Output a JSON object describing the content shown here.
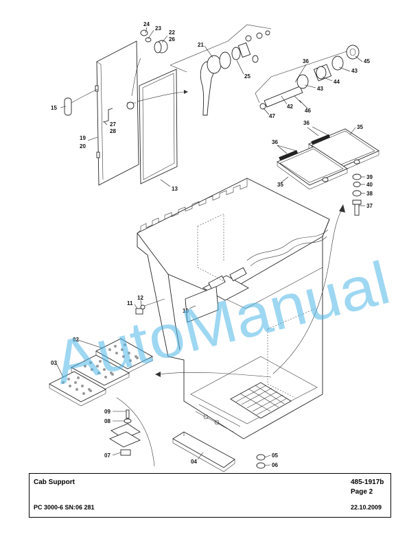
{
  "title_block": {
    "title": "Cab Support",
    "doc_number": "485-1917b",
    "page": "Page 2",
    "model": "PC 3000-6 SN:06 281",
    "date": "22.10.2009"
  },
  "watermark": {
    "text": "AutoManual",
    "color": "#4fb7e8"
  },
  "callouts": [
    {
      "id": "c24",
      "text": "24"
    },
    {
      "id": "c23",
      "text": "23"
    },
    {
      "id": "c22",
      "text": "22"
    },
    {
      "id": "c26",
      "text": "26"
    },
    {
      "id": "c21",
      "text": "21"
    },
    {
      "id": "c25",
      "text": "25"
    },
    {
      "id": "c36a",
      "text": "36"
    },
    {
      "id": "c45",
      "text": "45"
    },
    {
      "id": "c43a",
      "text": "43"
    },
    {
      "id": "c44",
      "text": "44"
    },
    {
      "id": "c43b",
      "text": "43"
    },
    {
      "id": "c42",
      "text": "42"
    },
    {
      "id": "c46",
      "text": "46"
    },
    {
      "id": "c47",
      "text": "47"
    },
    {
      "id": "c15",
      "text": "15"
    },
    {
      "id": "c27",
      "text": "27"
    },
    {
      "id": "c28",
      "text": "28"
    },
    {
      "id": "c19",
      "text": "19"
    },
    {
      "id": "c20",
      "text": "20"
    },
    {
      "id": "c13",
      "text": "13"
    },
    {
      "id": "c36b",
      "text": "36"
    },
    {
      "id": "c35a",
      "text": "35"
    },
    {
      "id": "c36c",
      "text": "36"
    },
    {
      "id": "c35b",
      "text": "35"
    },
    {
      "id": "c39",
      "text": "39"
    },
    {
      "id": "c40",
      "text": "40"
    },
    {
      "id": "c38",
      "text": "38"
    },
    {
      "id": "c37",
      "text": "37"
    },
    {
      "id": "c12",
      "text": "12"
    },
    {
      "id": "c11",
      "text": "11"
    },
    {
      "id": "c10",
      "text": "10"
    },
    {
      "id": "c02",
      "text": "02"
    },
    {
      "id": "c03",
      "text": "03"
    },
    {
      "id": "c09",
      "text": "09"
    },
    {
      "id": "c08",
      "text": "08"
    },
    {
      "id": "c07",
      "text": "07"
    },
    {
      "id": "c04",
      "text": "04"
    },
    {
      "id": "c05",
      "text": "05"
    },
    {
      "id": "c06",
      "text": "06"
    }
  ]
}
